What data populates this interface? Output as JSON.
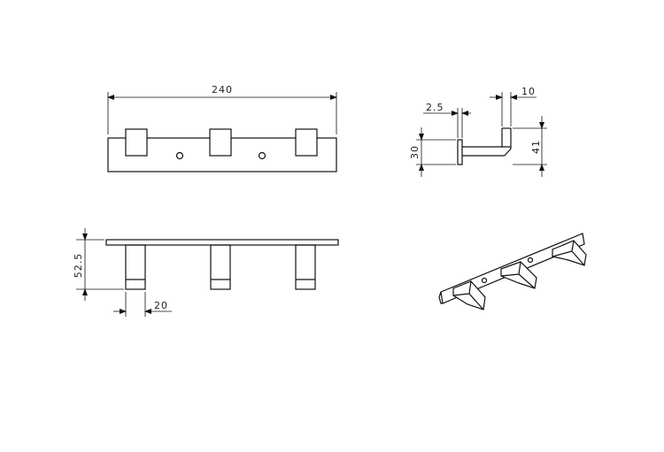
{
  "dimensions": {
    "overall_length": "240",
    "plate_thickness": "2.5",
    "hook_width": "10",
    "plate_height": "30",
    "hook_height": "41",
    "projection": "52.5",
    "hook_spacing_gap": "20"
  },
  "colors": {
    "line": "#111111",
    "background": "#ffffff"
  }
}
